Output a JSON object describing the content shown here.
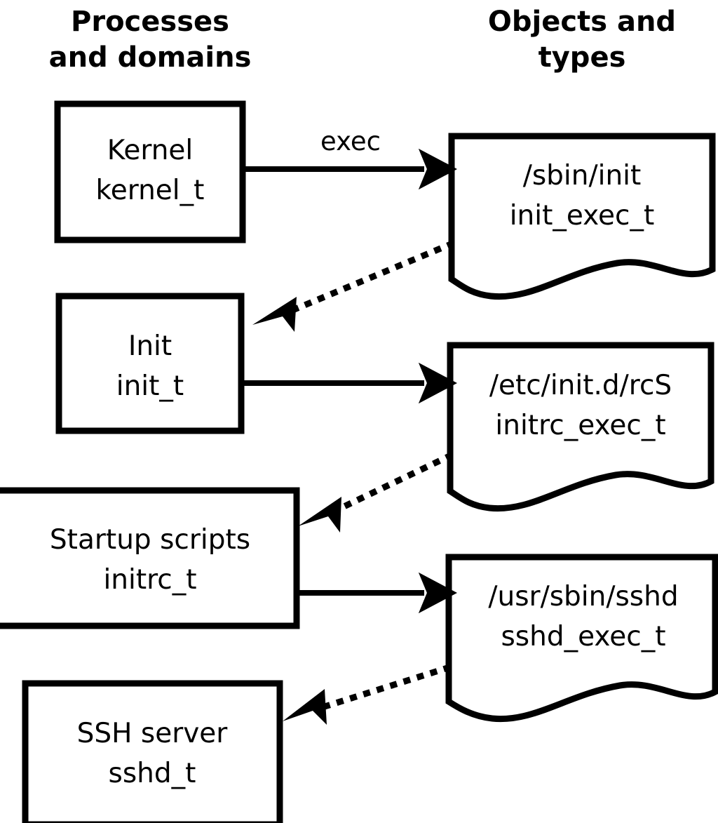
{
  "columns": {
    "left": {
      "line1": "Processes",
      "line2": "and domains"
    },
    "right": {
      "line1": "Objects and",
      "line2": "types"
    }
  },
  "colors": {
    "stroke": "#000000",
    "background": "#ffffff"
  },
  "process_nodes": [
    {
      "name": "Kernel",
      "type": "kernel_t"
    },
    {
      "name": "Init",
      "type": "init_t"
    },
    {
      "name": "Startup scripts",
      "type": "initrc_t"
    },
    {
      "name": "SSH server",
      "type": "sshd_t"
    }
  ],
  "object_nodes": [
    {
      "path": "/sbin/init",
      "type": "init_exec_t"
    },
    {
      "path": "/etc/init.d/rcS",
      "type": "initrc_exec_t"
    },
    {
      "path": "/usr/sbin/sshd",
      "type": "sshd_exec_t"
    }
  ],
  "edges": {
    "exec_label": "exec"
  }
}
